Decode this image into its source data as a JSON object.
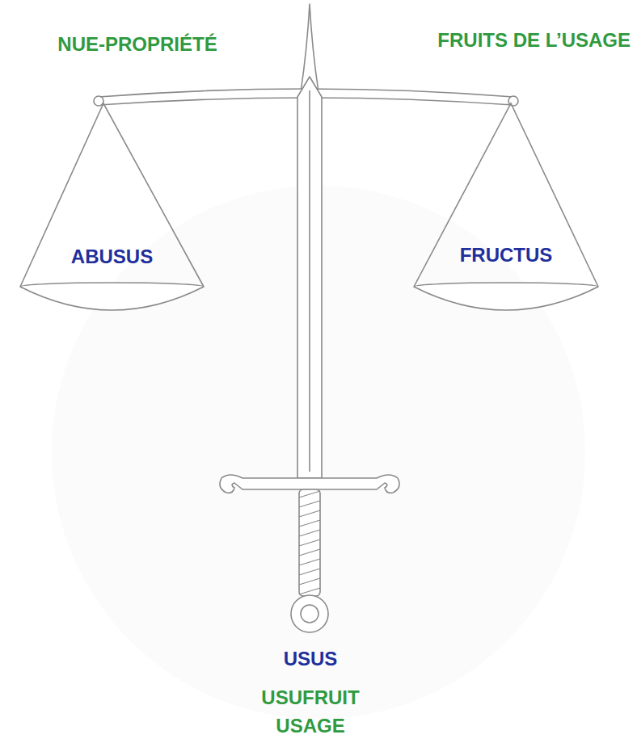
{
  "diagram": {
    "nodes": [
      {
        "text": [
          "ABUSUS"
        ]
      },
      {
        "text": [
          "FRUCTUS"
        ]
      }
    ],
    "labels": [
      "NUE-PROPRIÉTÉ",
      "FRUITS DE L’USAGE",
      "USUS",
      "USUFRUIT",
      "USAGE"
    ]
  }
}
